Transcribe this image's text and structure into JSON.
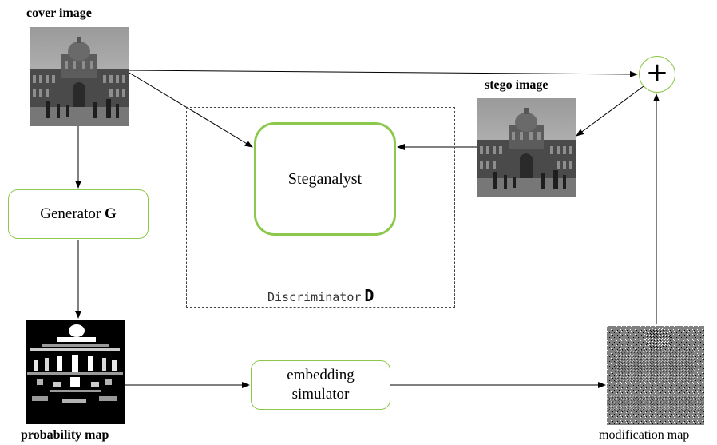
{
  "labels": {
    "cover_image": "cover image",
    "stego_image": "stego image",
    "probability_map": "probability map",
    "modification_map": "modification map"
  },
  "nodes": {
    "generator_text": "Generator",
    "generator_symbol": "G",
    "steganalyst": "Steganalyst",
    "discriminator_text": "Discriminator",
    "discriminator_symbol": "D",
    "embedding_line1": "embedding",
    "embedding_line2": "simulator",
    "adder_symbol": "+"
  },
  "colors": {
    "box_border": "#8cc84b",
    "arrow": "#000000"
  }
}
